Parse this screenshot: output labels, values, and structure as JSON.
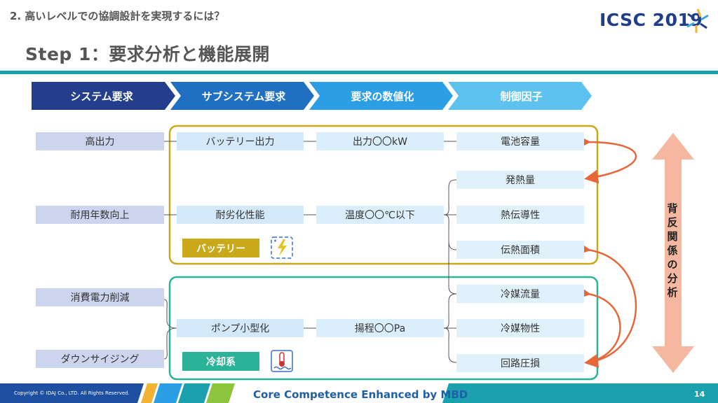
{
  "header": {
    "section": "2. 高いレベルでの協調設計を実現するには？",
    "title": "Step 1：要求分析と機能展開",
    "logo": "ICSC 2019"
  },
  "columns": [
    "システム要求",
    "サブシステム要求",
    "要求の数値化",
    "制御因子"
  ],
  "requirements": [
    "高出力",
    "耐用年数向上",
    "消費電力削減",
    "ダウンサイジング"
  ],
  "subsystem_requirements": [
    "バッテリー出力",
    "耐劣化性能",
    "ポンプ小型化"
  ],
  "quantified": [
    "出力〇〇kW",
    "温度〇〇℃以下",
    "揚程〇〇Pa"
  ],
  "control_factors": [
    "電池容量",
    "発熱量",
    "熱伝導性",
    "伝熱面積",
    "冷媒流量",
    "冷媒物性",
    "回路圧損"
  ],
  "subsystems": {
    "battery": "バッテリー",
    "cooling": "冷却系"
  },
  "tradeoff_label": "背反関係の分析",
  "footer": {
    "copyright": "Copyright © IDAJ Co., LTD. All Rights Reserved.",
    "tagline": "Core Competence Enhanced by MBD",
    "page": "14"
  },
  "colors": {
    "accent_teal": "#1aa1ad",
    "battery_border": "#c9a81a",
    "cooling_border": "#2bb39a",
    "arrow_orange": "#e8673a",
    "tradeoff_arrow": "#f6b7a0",
    "chevron_1": "#233f8c",
    "chevron_2": "#1f6fc2",
    "chevron_3": "#2c9ee6",
    "chevron_4": "#5ec2f0"
  }
}
